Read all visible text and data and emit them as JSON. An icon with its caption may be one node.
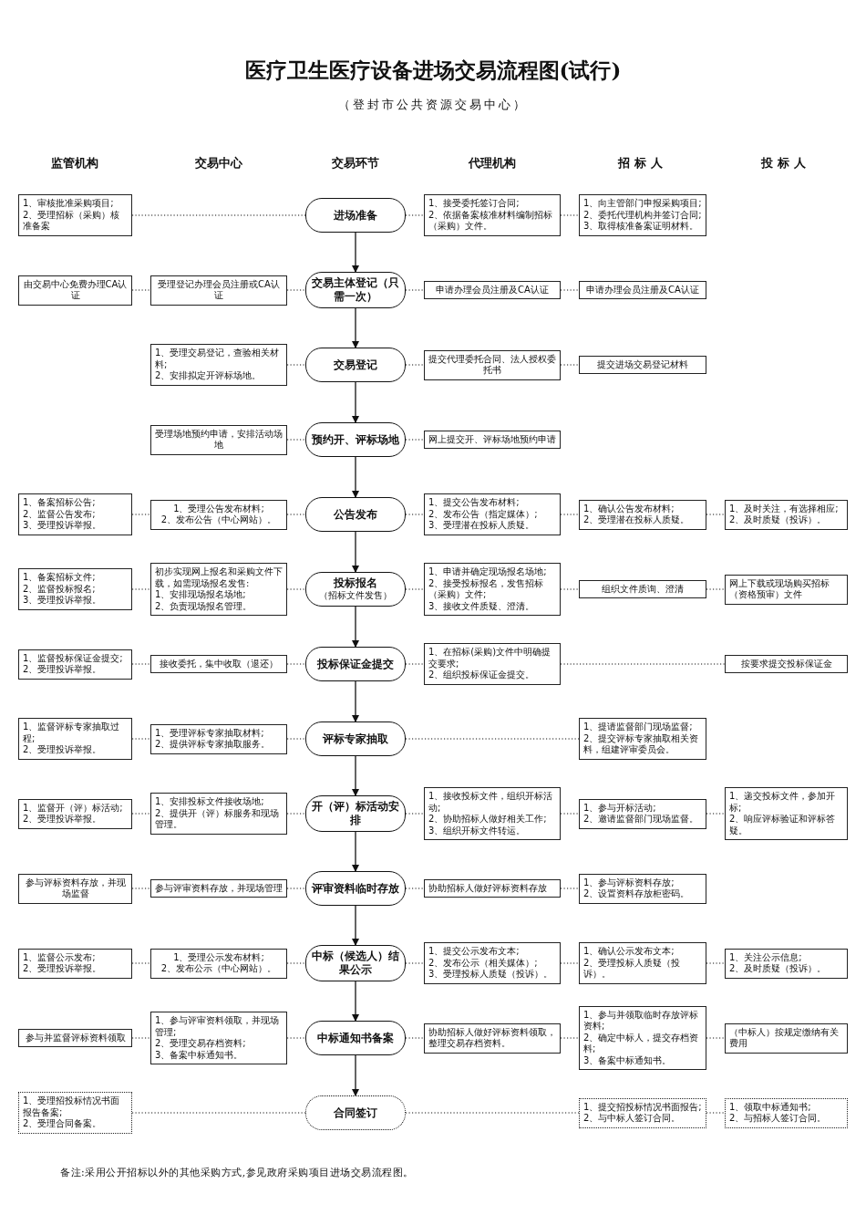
{
  "diagram": {
    "title": "医疗卫生医疗设备进场交易流程图(试行)",
    "nodes": [
      {
        "text": [
          "1、审核批准采购项目;",
          "2、受理招标（采购）核准备案"
        ]
      },
      {
        "text": [
          "进场准备"
        ]
      },
      {
        "text": [
          "1、接受委托签订合同;",
          "2、依据备案核准材料编制招标（采购）文件。"
        ]
      },
      {
        "text": [
          "1、向主管部门申报采购项目;",
          "2、委托代理机构并签订合同;",
          "3、取得核准备案证明材料。"
        ]
      },
      {
        "text": [
          "由交易中心免费办理CA认证"
        ]
      },
      {
        "text": [
          "受理登记办理会员注册或CA认证"
        ]
      },
      {
        "text": [
          "交易主体登记（只需一次）"
        ]
      },
      {
        "text": [
          "申请办理会员注册及CA认证"
        ]
      },
      {
        "text": [
          "申请办理会员注册及CA认证"
        ]
      },
      {
        "text": [
          "1、受理交易登记，查验相关材料;",
          "2、安排拟定开评标场地。"
        ]
      },
      {
        "text": [
          "交易登记"
        ]
      },
      {
        "text": [
          "提交代理委托合同、法人授权委托书"
        ]
      },
      {
        "text": [
          "提交进场交易登记材料"
        ]
      },
      {
        "text": [
          "受理场地预约申请，安排活动场地"
        ]
      },
      {
        "text": [
          "预约开、评标场地"
        ]
      },
      {
        "text": [
          "网上提交开、评标场地预约申请"
        ]
      },
      {
        "text": [
          "1、备案招标公告;",
          "2、监督公告发布;",
          "3、受理投诉举报。"
        ]
      },
      {
        "text": [
          "1、受理公告发布材料;",
          "2、发布公告（中心网站）。"
        ]
      },
      {
        "text": [
          "公告发布"
        ]
      },
      {
        "text": [
          "1、提交公告发布材料;",
          "2、发布公告（指定媒体）;",
          "3、受理潜在投标人质疑。"
        ]
      },
      {
        "text": [
          "1、确认公告发布材料;",
          "2、受理潜在投标人质疑。"
        ]
      },
      {
        "text": [
          "1、及时关注，有选择相应;",
          "2、及时质疑（投诉）。"
        ]
      },
      {
        "text": [
          "1、备案招标文件;",
          "2、监督投标报名;",
          "3、受理投诉举报。"
        ]
      },
      {
        "text": [
          "初步实现网上报名和采购文件下载，如需现场报名发售:",
          "1、安排现场报名场地;",
          "2、负责现场报名管理。"
        ]
      },
      {
        "text": [
          "投标报名",
          "（招标文件发售）"
        ]
      },
      {
        "text": [
          "1、申请并确定现场报名场地;",
          "2、接受投标报名，发售招标（采购）文件;",
          "3、接收文件质疑、澄清。"
        ]
      },
      {
        "text": [
          "组织文件质询、澄清"
        ]
      },
      {
        "text": [
          "网上下载或现场购买招标（资格预审）文件"
        ]
      },
      {
        "text": [
          "1、监督投标保证金提交;",
          "2、受理投诉举报。"
        ]
      },
      {
        "text": [
          "接收委托，集中收取（退还）"
        ]
      },
      {
        "text": [
          "投标保证金提交"
        ]
      },
      {
        "text": [
          "1、在招标(采购)文件中明确提交要求;",
          "2、组织投标保证金提交。"
        ]
      },
      {
        "text": [
          "按要求提交投标保证金"
        ]
      },
      {
        "text": [
          "1、监督评标专家抽取过程;",
          "2、受理投诉举报。"
        ]
      },
      {
        "text": [
          "1、受理评标专家抽取材料;",
          "2、提供评标专家抽取服务。"
        ]
      },
      {
        "text": [
          "评标专家抽取"
        ]
      },
      {
        "text": [
          "1、提请监督部门现场监督;",
          "2、提交评标专家抽取相关资料，组建评审委员会。"
        ]
      },
      {
        "text": [
          "1、监督开（评）标活动;",
          "2、受理投诉举报。"
        ]
      },
      {
        "text": [
          "1、安排投标文件接收场地;",
          "2、提供开（评）标服务和现场管理。"
        ]
      },
      {
        "text": [
          "开（评）标活动安排"
        ]
      },
      {
        "text": [
          "1、接收投标文件，组织开标活动;",
          "2、协助招标人做好相关工作;",
          "3、组织开标文件转运。"
        ]
      },
      {
        "text": [
          "1、参与开标活动;",
          "2、邀请监督部门现场监督。"
        ]
      },
      {
        "text": [
          "1、递交投标文件，参加开标;",
          "2、响应评标验证和评标答疑。"
        ]
      },
      {
        "text": [
          "参与评标资料存放，并现场监督"
        ]
      },
      {
        "text": [
          "参与评审资料存放，并现场管理"
        ]
      },
      {
        "text": [
          "评审资料临时存放"
        ]
      },
      {
        "text": [
          "协助招标人做好评标资料存放"
        ]
      },
      {
        "text": [
          "1、参与评标资料存放;",
          "2、设置资料存放柜密码。"
        ]
      },
      {
        "text": [
          "1、监督公示发布;",
          "2、受理投诉举报。"
        ]
      },
      {
        "text": [
          "1、受理公示发布材料;",
          "2、发布公示（中心网站）。"
        ]
      },
      {
        "text": [
          "中标（候选人）结果公示"
        ]
      },
      {
        "text": [
          "1、提交公示发布文本;",
          "2、发布公示（相关媒体）;",
          "3、受理投标人质疑（投诉）。"
        ]
      },
      {
        "text": [
          "1、确认公示发布文本;",
          "2、受理投标人质疑（投诉）。"
        ]
      },
      {
        "text": [
          "1、关注公示信息;",
          "2、及时质疑（投诉）。"
        ]
      },
      {
        "text": [
          "参与并监督评标资料领取"
        ]
      },
      {
        "text": [
          "1、参与评审资料领取，并现场管理;",
          "2、受理交易存档资料;",
          "3、备案中标通知书。"
        ]
      },
      {
        "text": [
          "中标通知书备案"
        ]
      },
      {
        "text": [
          "协助招标人做好评标资料领取，整理交易存档资料。"
        ]
      },
      {
        "text": [
          "1、参与并领取临时存放评标资料;",
          "2、确定中标人，提交存档资料;",
          "3、备案中标通知书。"
        ]
      },
      {
        "text": [
          "（中标人）按规定缴纳有关费用"
        ]
      },
      {
        "text": [
          "1、受理招投标情况书面报告备案;",
          "2、受理合同备案。"
        ]
      },
      {
        "text": [
          "合同签订"
        ]
      },
      {
        "text": [
          "1、提交招投标情况书面报告;",
          "2、与中标人签订合同。"
        ]
      },
      {
        "text": [
          "1、领取中标通知书;",
          "2、与招标人签订合同。"
        ]
      }
    ],
    "edges": [
      {
        "from": 0,
        "to": 1,
        "arrow": "none",
        "style": "dashed"
      },
      {
        "from": 1,
        "to": 2,
        "arrow": "none",
        "style": "dashed"
      },
      {
        "from": 2,
        "to": 3,
        "arrow": "none",
        "style": "dashed"
      },
      {
        "from": 4,
        "to": 5,
        "arrow": "none",
        "style": "dashed"
      },
      {
        "from": 5,
        "to": 6,
        "arrow": "none",
        "style": "dashed"
      },
      {
        "from": 6,
        "to": 7,
        "arrow": "none",
        "style": "dashed"
      },
      {
        "from": 7,
        "to": 8,
        "arrow": "none",
        "style": "dashed"
      },
      {
        "from": 9,
        "to": 10,
        "arrow": "none",
        "style": "dashed"
      },
      {
        "from": 10,
        "to": 11,
        "arrow": "none",
        "style": "dashed"
      },
      {
        "from": 11,
        "to": 12,
        "arrow": "none",
        "style": "dashed"
      },
      {
        "from": 13,
        "to": 14,
        "arrow": "none",
        "style": "dashed"
      },
      {
        "from": 14,
        "to": 15,
        "arrow": "none",
        "style": "dashed"
      },
      {
        "from": 16,
        "to": 17,
        "arrow": "none",
        "style": "dashed"
      },
      {
        "from": 17,
        "to": 18,
        "arrow": "none",
        "style": "dashed"
      },
      {
        "from": 18,
        "to": 19,
        "arrow": "none",
        "style": "dashed"
      },
      {
        "from": 19,
        "to": 20,
        "arrow": "none",
        "style": "dashed"
      },
      {
        "from": 20,
        "to": 21,
        "arrow": "none",
        "style": "dashed"
      },
      {
        "from": 22,
        "to": 23,
        "arrow": "none",
        "style": "dashed"
      },
      {
        "from": 23,
        "to": 24,
        "arrow": "none",
        "style": "dashed"
      },
      {
        "from": 24,
        "to": 25,
        "arrow": "none",
        "style": "dashed"
      },
      {
        "from": 25,
        "to": 26,
        "arrow": "none",
        "style": "dashed"
      },
      {
        "from": 26,
        "to": 27,
        "arrow": "none",
        "style": "dashed"
      },
      {
        "from": 28,
        "to": 29,
        "arrow": "none",
        "style": "dashed"
      },
      {
        "from": 29,
        "to": 30,
        "arrow": "none",
        "style": "dashed"
      },
      {
        "from": 30,
        "to": 31,
        "arrow": "none",
        "style": "dashed"
      },
      {
        "from": 31,
        "to": 32,
        "arrow": "none",
        "style": "dashed"
      },
      {
        "from": 33,
        "to": 34,
        "arrow": "none",
        "style": "dashed"
      },
      {
        "from": 34,
        "to": 35,
        "arrow": "none",
        "style": "dashed"
      },
      {
        "from": 35,
        "to": 36,
        "arrow": "none",
        "style": "dashed"
      },
      {
        "from": 37,
        "to": 38,
        "arrow": "none",
        "style": "dashed"
      },
      {
        "from": 38,
        "to": 39,
        "arrow": "none",
        "style": "dashed"
      },
      {
        "from": 39,
        "to": 40,
        "arrow": "none",
        "style": "dashed"
      },
      {
        "from": 40,
        "to": 41,
        "arrow": "none",
        "style": "dashed"
      },
      {
        "from": 41,
        "to": 42,
        "arrow": "none",
        "style": "dashed"
      },
      {
        "from": 43,
        "to": 44,
        "arrow": "none",
        "style": "dashed"
      },
      {
        "from": 44,
        "to": 45,
        "arrow": "none",
        "style": "dashed"
      },
      {
        "from": 45,
        "to": 46,
        "arrow": "none",
        "style": "dashed"
      },
      {
        "from": 46,
        "to": 47,
        "arrow": "none",
        "style": "dashed"
      },
      {
        "from": 48,
        "to": 49,
        "arrow": "none",
        "style": "dashed"
      },
      {
        "from": 49,
        "to": 50,
        "arrow": "none",
        "style": "dashed"
      },
      {
        "from": 50,
        "to": 51,
        "arrow": "none",
        "style": "dashed"
      },
      {
        "from": 51,
        "to": 52,
        "arrow": "none",
        "style": "dashed"
      },
      {
        "from": 52,
        "to": 53,
        "arrow": "none",
        "style": "dashed"
      },
      {
        "from": 54,
        "to": 55,
        "arrow": "none",
        "style": "dashed"
      },
      {
        "from": 55,
        "to": 56,
        "arrow": "none",
        "style": "dashed"
      },
      {
        "from": 56,
        "to": 57,
        "arrow": "none",
        "style": "dashed"
      },
      {
        "from": 57,
        "to": 58,
        "arrow": "none",
        "style": "dashed"
      },
      {
        "from": 58,
        "to": 59,
        "arrow": "none",
        "style": "dashed"
      },
      {
        "from": 60,
        "to": 61,
        "arrow": "none",
        "style": "dashed"
      },
      {
        "from": 61,
        "to": 62,
        "arrow": "none",
        "style": "dashed"
      },
      {
        "from": 62,
        "to": 63,
        "arrow": "none",
        "style": "dashed"
      },
      {
        "from": 1,
        "to": 6,
        "arrow": "to"
      },
      {
        "from": 6,
        "to": 10,
        "arrow": "to"
      },
      {
        "from": 10,
        "to": 14,
        "arrow": "to"
      },
      {
        "from": 14,
        "to": 18,
        "arrow": "to"
      },
      {
        "from": 18,
        "to": 24,
        "arrow": "to"
      },
      {
        "from": 24,
        "to": 30,
        "arrow": "to"
      },
      {
        "from": 30,
        "to": 35,
        "arrow": "to"
      },
      {
        "from": 35,
        "to": 39,
        "arrow": "to"
      },
      {
        "from": 39,
        "to": 45,
        "arrow": "to"
      },
      {
        "from": 45,
        "to": 50,
        "arrow": "to"
      },
      {
        "from": 50,
        "to": 56,
        "arrow": "to"
      },
      {
        "from": 56,
        "to": 61,
        "arrow": "to"
      }
    ],
    "labels": [
      "（登封市公共资源交易中心）",
      "监管机构",
      "交易中心",
      "交易环节",
      "代理机构",
      "招标人",
      "投标人",
      "备注:采用公开招标以外的其他采购方式,参见政府采购项目进场交易流程图。"
    ]
  }
}
